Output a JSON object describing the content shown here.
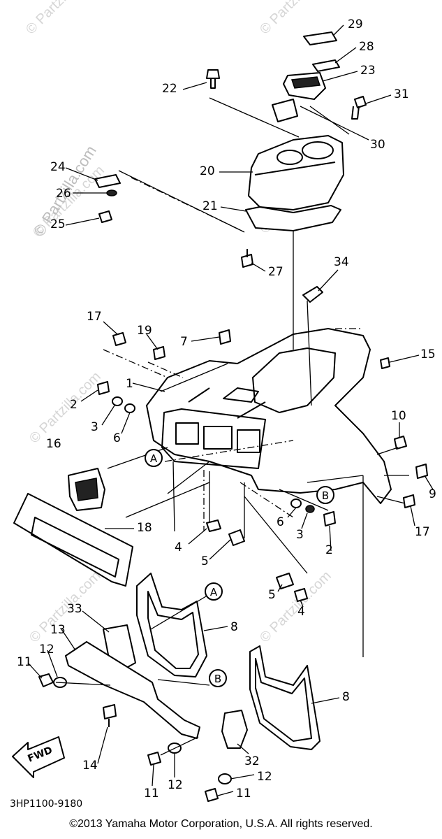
{
  "watermark": "© Partzilla.com",
  "diagram_code": "3HP1100-9180",
  "fwd_label": "FWD",
  "copyright": "©2013 Yamaha Motor Corporation, U.S.A. All rights reserved.",
  "callouts": [
    "29",
    "28",
    "23",
    "22",
    "31",
    "30",
    "24",
    "26",
    "25",
    "20",
    "21",
    "27",
    "34",
    "17",
    "19",
    "7",
    "15",
    "1",
    "2",
    "3",
    "6",
    "10",
    "16",
    "9",
    "18",
    "4",
    "5",
    "8",
    "33",
    "13",
    "12",
    "11",
    "14",
    "32"
  ],
  "reference_marks": [
    "A",
    "B"
  ]
}
